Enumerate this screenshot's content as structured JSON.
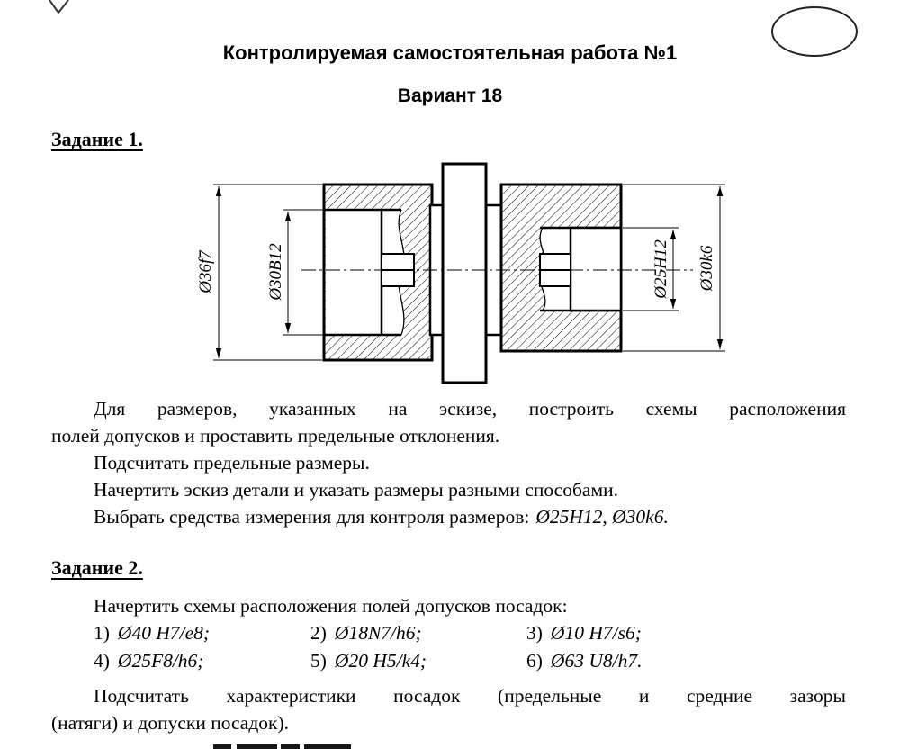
{
  "header": {
    "title": "Контролируемая самостоятельная работа №1",
    "variant": "Вариант 18"
  },
  "task1": {
    "heading": "Задание 1.",
    "drawing": {
      "dim_36f7": "Ø36f7",
      "dim_30B12": "Ø30B12",
      "dim_25H12": "Ø25H12",
      "dim_30k6": "Ø30k6"
    },
    "p1_line1": "Для размеров, указанных на эскизе, построить схемы расположения",
    "p1_line2": "полей допусков и проставить предельные отклонения.",
    "p2": "Подсчитать предельные размеры.",
    "p3": "Начертить эскиз детали и указать размеры разными способами.",
    "p4_lead": "Выбрать средства измерения для контроля размеров:",
    "p4_values": "Ø25H12, Ø30k6.",
    "scale_note": ""
  },
  "task2": {
    "heading": "Задание 2.",
    "intro": "Начертить схемы расположения полей допусков посадок:",
    "items": [
      {
        "num": "1)",
        "value": "Ø40 H7/e8;"
      },
      {
        "num": "2)",
        "value": "Ø18N7/h6;"
      },
      {
        "num": "3)",
        "value": "Ø10 H7/s6;"
      },
      {
        "num": "4)",
        "value": "Ø25F8/h6;"
      },
      {
        "num": "5)",
        "value": "Ø20 H5/k4;"
      },
      {
        "num": "6)",
        "value": "Ø63 U8/h7."
      }
    ],
    "outro_line1": "Подсчитать характеристики посадок (предельные и средние зазоры",
    "outro_line2": "(натяги) и допуски посадок)."
  }
}
